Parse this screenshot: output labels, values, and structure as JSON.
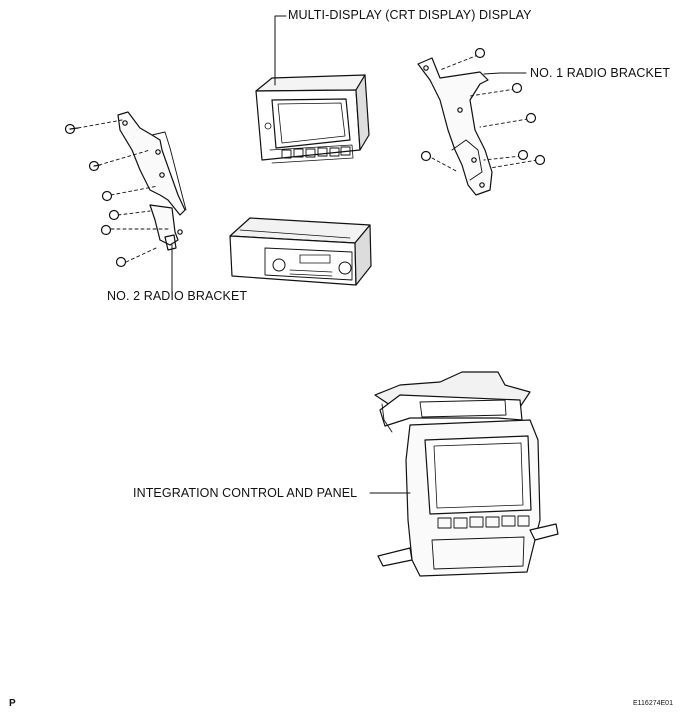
{
  "labels": {
    "multi_display": "MULTI-DISPLAY (CRT DISPLAY) DISPLAY",
    "no1_bracket": "NO. 1 RADIO BRACKET",
    "no2_bracket": "NO. 2 RADIO BRACKET",
    "integration_panel": "INTEGRATION CONTROL AND PANEL"
  },
  "footer": {
    "page_mark": "P",
    "figure_code": "E116274E01"
  }
}
